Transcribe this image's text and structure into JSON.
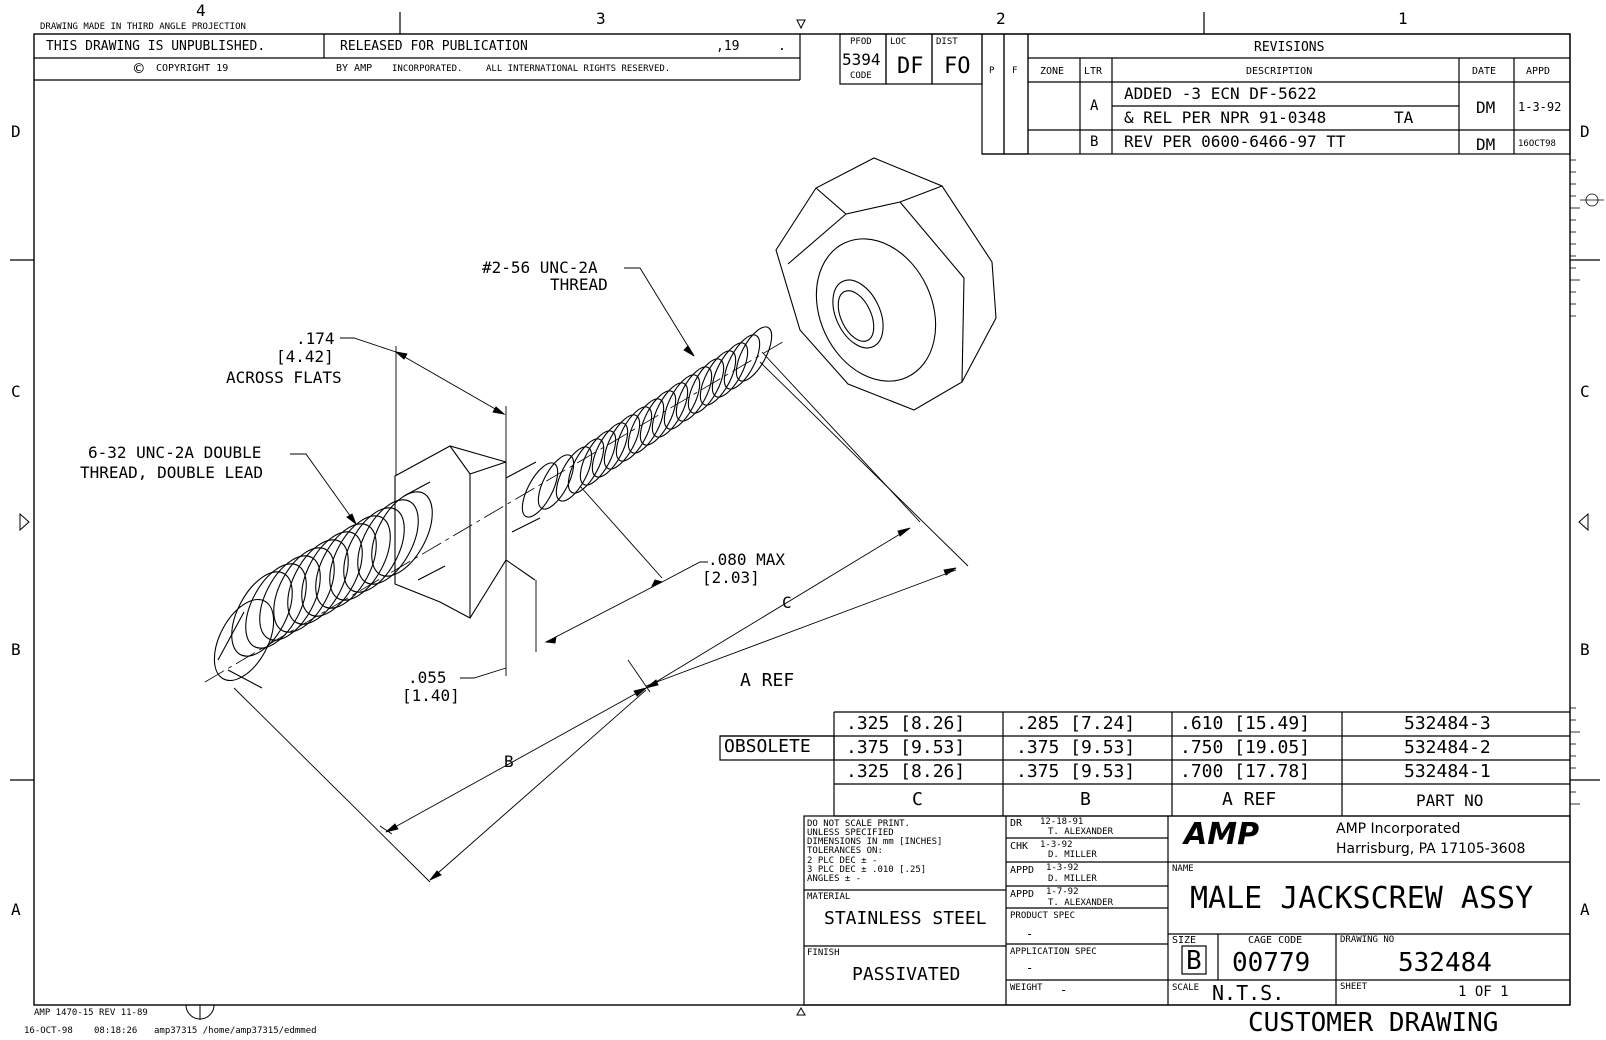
{
  "border": {
    "top_zones": [
      "4",
      "3",
      "2",
      "1"
    ],
    "side_zones": [
      "D",
      "C",
      "B",
      "A"
    ],
    "projection_note": "DRAWING MADE IN THIRD ANGLE PROJECTION"
  },
  "header": {
    "unpublished": "THIS DRAWING IS UNPUBLISHED.",
    "released": "RELEASED FOR PUBLICATION",
    "year": ",19",
    "dot": ".",
    "copyright": "COPYRIGHT 19",
    "by_amp": "BY AMP",
    "incorporated": "INCORPORATED.",
    "rights": "ALL INTERNATIONAL RIGHTS RESERVED."
  },
  "codes": {
    "pfod_label": "PFOD",
    "pfod_value": "5394",
    "code_label": "CODE",
    "loc_label": "LOC",
    "loc_value": "DF",
    "dist_label": "DIST",
    "dist_value": "FO",
    "p": "P",
    "f": "F"
  },
  "revisions": {
    "title": "REVISIONS",
    "headers": {
      "zone": "ZONE",
      "ltr": "LTR",
      "desc": "DESCRIPTION",
      "date": "DATE",
      "appd": "APPD"
    },
    "rows": [
      {
        "ltr": "A",
        "line1": "ADDED -3 ECN DF-5622",
        "line2": "& REL PER NPR 91-0348",
        "initials": "TA",
        "date": "DM",
        "appd": "1-3-92"
      },
      {
        "ltr": "B",
        "line1": "REV PER 0600-6466-97 TT",
        "date": "DM",
        "appd": "16OCT98"
      }
    ]
  },
  "callouts": {
    "thread_small_1": "#2-56 UNC-2A",
    "thread_small_2": "THREAD",
    "flats_1": ".174",
    "flats_2": "[4.42]",
    "flats_3": "ACROSS FLATS",
    "thread_big_1": "6-32 UNC-2A DOUBLE",
    "thread_big_2": "THREAD, DOUBLE LEAD",
    "max_1": ".080 MAX",
    "max_2": "[2.03]",
    "dim_c": "C",
    "dim_a": "A REF",
    "dim_b": "B",
    "small_1": ".055",
    "small_2": "[1.40]"
  },
  "dim_table": {
    "obsolete": "OBSOLETE",
    "rows": [
      {
        "c": ".325 [8.26]",
        "b": ".285 [7.24]",
        "a": ".610 [15.49]",
        "part": "532484-3"
      },
      {
        "c": ".375 [9.53]",
        "b": ".375 [9.53]",
        "a": ".750 [19.05]",
        "part": "532484-2"
      },
      {
        "c": ".325 [8.26]",
        "b": ".375 [9.53]",
        "a": ".700 [17.78]",
        "part": "532484-1"
      }
    ],
    "headers": {
      "c": "C",
      "b": "B",
      "a": "A REF",
      "part": "PART NO"
    }
  },
  "notes": {
    "l1": "DO NOT SCALE PRINT.",
    "l2": "UNLESS SPECIFIED",
    "l3": "DIMENSIONS IN mm [INCHES]",
    "l4": "TOLERANCES ON:",
    "l5": "2 PLC DEC ± -",
    "l6": "3 PLC DEC ± .010 [.25]",
    "l7": "ANGLES    ± -",
    "material_label": "MATERIAL",
    "material": "STAINLESS STEEL",
    "finish_label": "FINISH",
    "finish": "PASSIVATED"
  },
  "signoff": {
    "dr_label": "DR",
    "dr_date": "12-18-91",
    "dr_name": "T. ALEXANDER",
    "chk_label": "CHK",
    "chk_date": "1-3-92",
    "chk_name": "D. MILLER",
    "appd1_label": "APPD",
    "appd1_date": "1-3-92",
    "appd1_name": "D. MILLER",
    "appd2_label": "APPD",
    "appd2_date": "1-7-92",
    "appd2_name": "T. ALEXANDER",
    "product_spec_label": "PRODUCT SPEC",
    "product_spec": "-",
    "app_spec_label": "APPLICATION SPEC",
    "app_spec": "-",
    "weight_label": "WEIGHT",
    "weight": "-"
  },
  "title_block": {
    "logo": "AMP",
    "company": "AMP Incorporated",
    "address": "Harrisburg, PA 17105-3608",
    "name_label": "NAME",
    "name": "MALE JACKSCREW ASSY",
    "size_label": "SIZE",
    "size": "B",
    "cage_label": "CAGE CODE",
    "cage": "00779",
    "dwg_label": "DRAWING NO",
    "dwg": "532484",
    "scale_label": "SCALE",
    "scale": "N.T.S.",
    "sheet_label": "SHEET",
    "sheet": "1 OF 1",
    "customer": "CUSTOMER DRAWING"
  },
  "footer": {
    "form": "AMP 1470-15 REV 11-89",
    "plot_date": "16-OCT-98",
    "plot_time": "08:18:26",
    "plot_path": "amp37315 /home/amp37315/edmmed"
  }
}
